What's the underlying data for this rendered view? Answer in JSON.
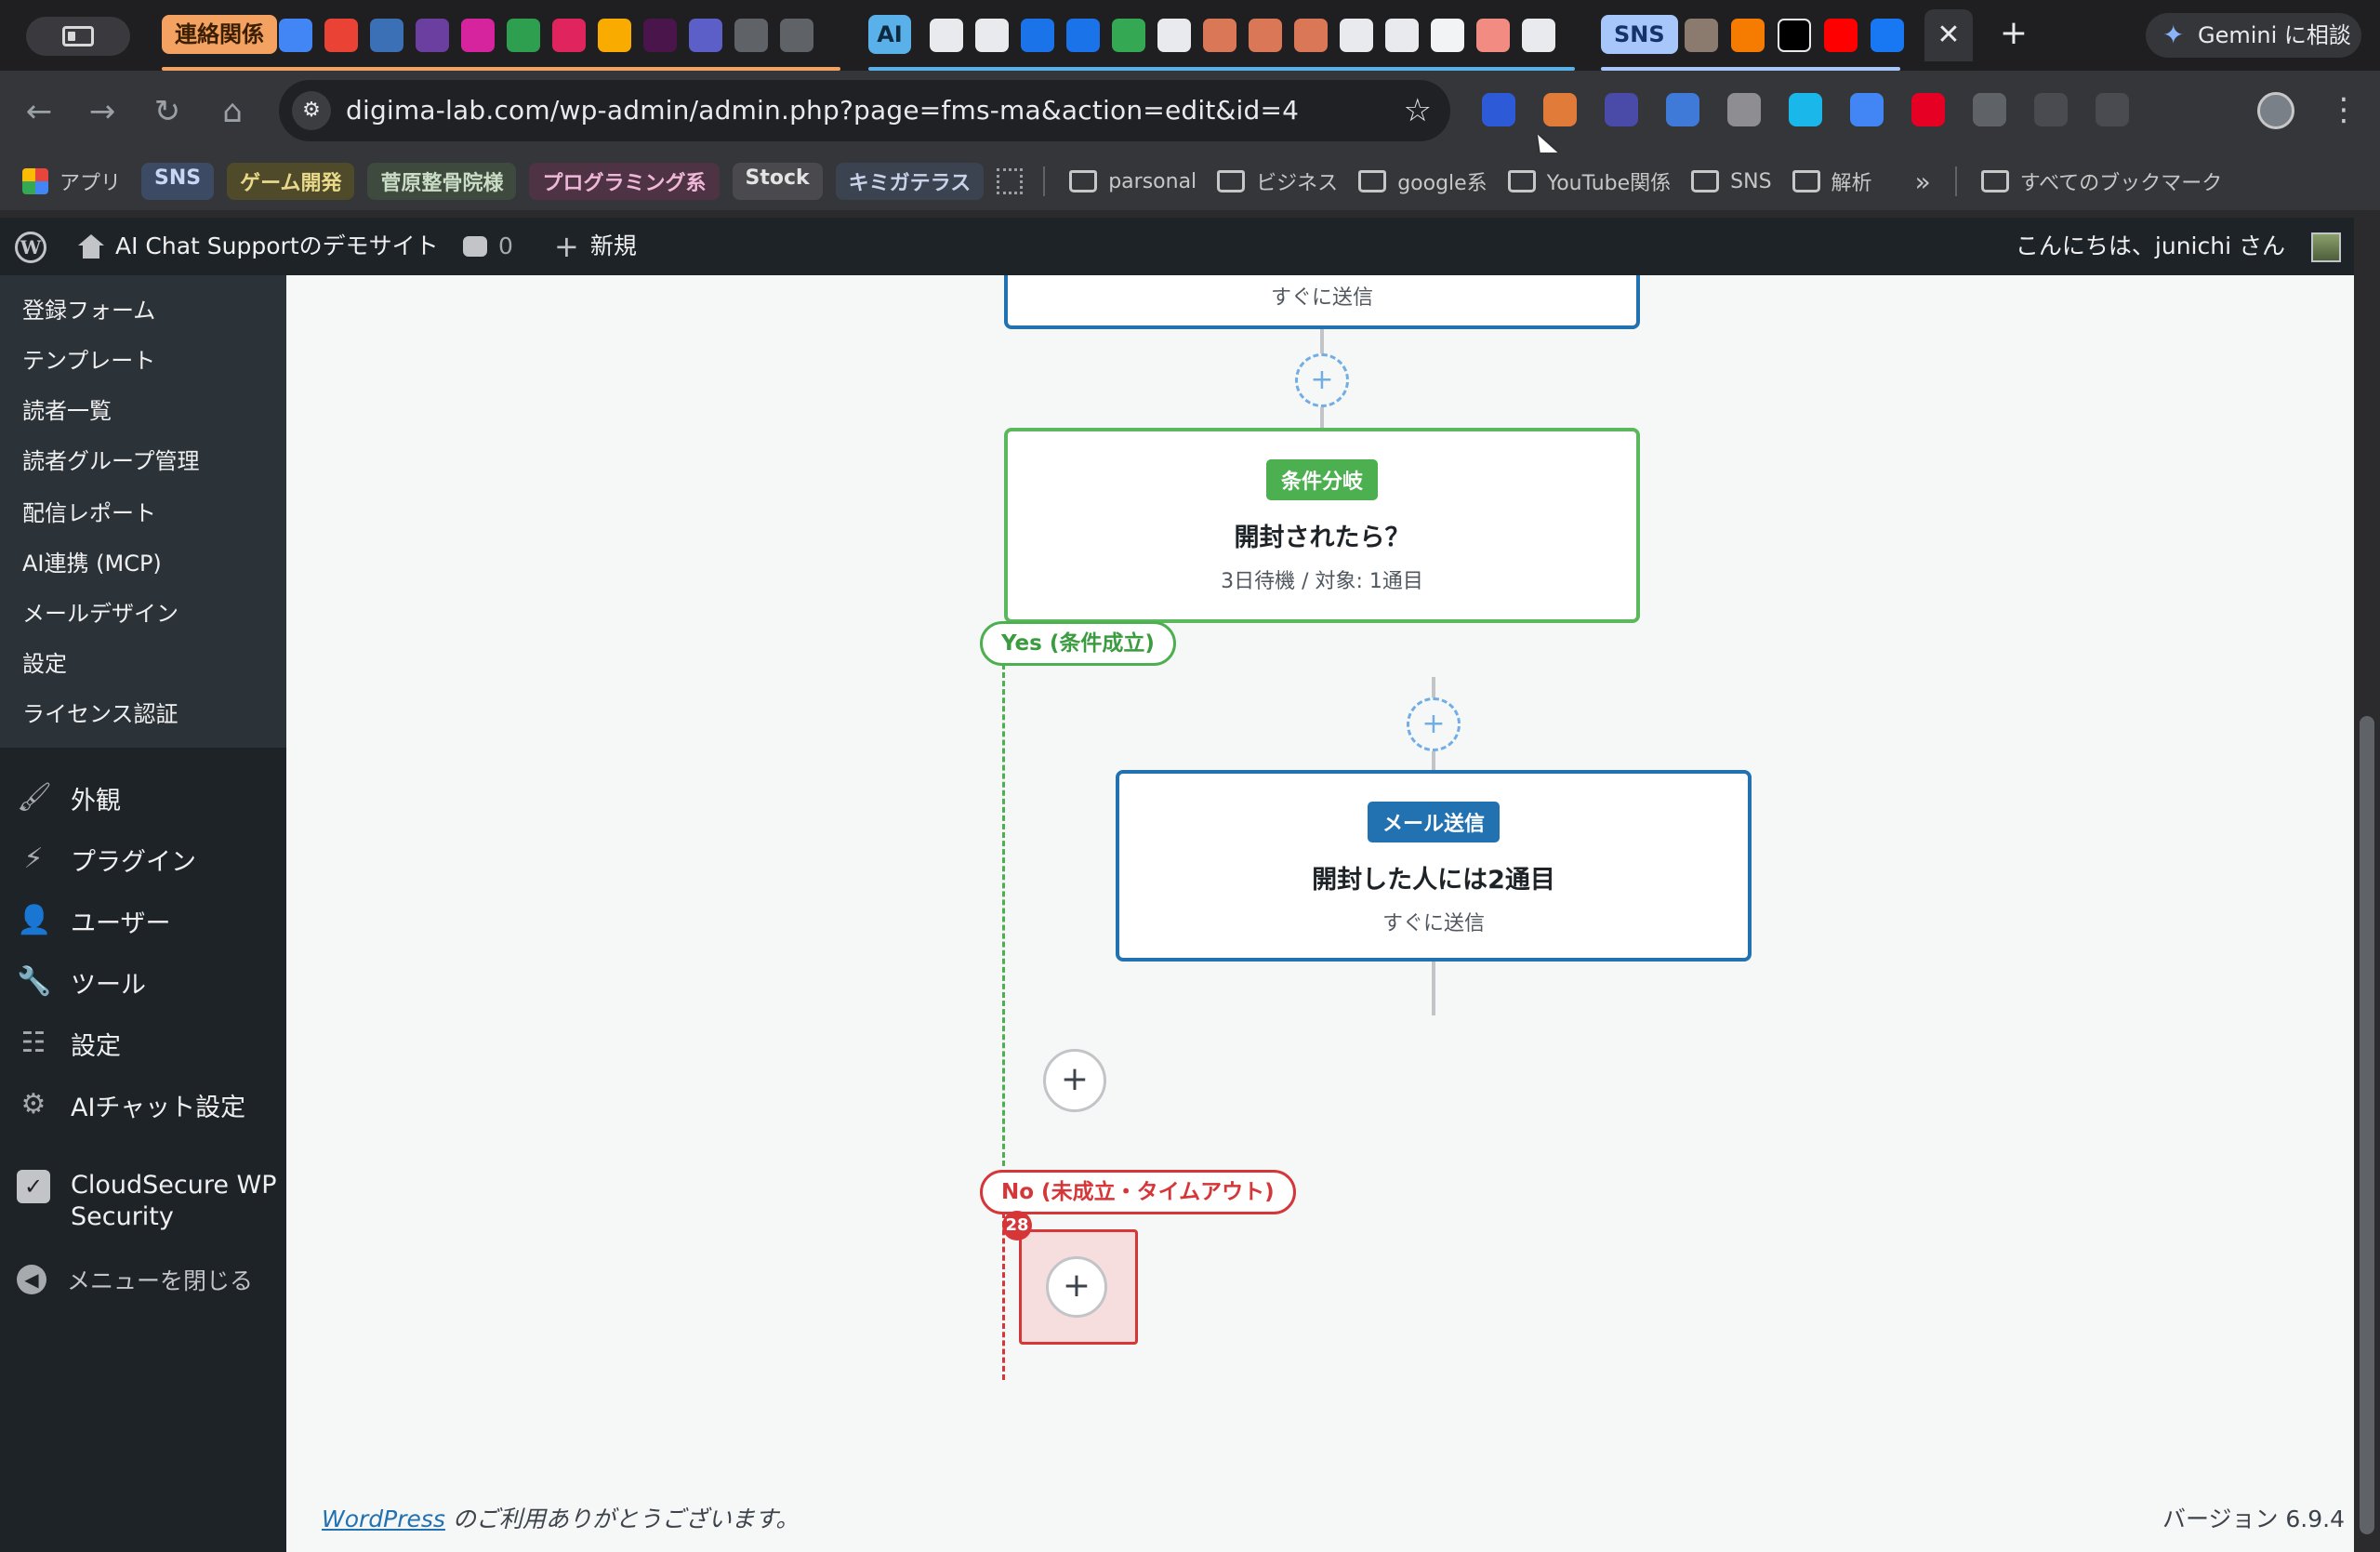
{
  "browser": {
    "tab_group_orange": "連絡関係",
    "tab_group_sns": "SNS",
    "ai_tab": "AI",
    "close_glyph": "✕",
    "new_tab_glyph": "+",
    "gemini_label": "Gemini に相談",
    "url": "digima-lab.com/wp-admin/admin.php?page=fms-ma&action=edit&id=4"
  },
  "bookmarks": {
    "apps": "アプリ",
    "chips": [
      {
        "label": "SNS",
        "bg": "#3c4a63",
        "fg": "#c7d7f5"
      },
      {
        "label": "ゲーム開発",
        "bg": "#4f4a2a",
        "fg": "#e8d98a"
      },
      {
        "label": "菅原整骨院様",
        "bg": "#3d4a3d",
        "fg": "#c9dcc5"
      },
      {
        "label": "プログラミング系",
        "bg": "#4e3345",
        "fg": "#f0b8d8"
      },
      {
        "label": "Stock",
        "bg": "#4a4a4e",
        "fg": "#e3e3e3"
      },
      {
        "label": "キミガテラス",
        "bg": "#3b4250",
        "fg": "#c8d3e8"
      }
    ],
    "folders": [
      "parsonal",
      "ビジネス",
      "google系",
      "YouTube関係",
      "SNS",
      "解析"
    ],
    "overflow": "»",
    "all_bookmarks": "すべてのブックマーク"
  },
  "adminbar": {
    "site_name": "AI Chat Supportのデモサイト",
    "comments": "0",
    "new_label": "新規",
    "greeting": "こんにちは、junichi さん"
  },
  "sidebar": {
    "submenu": [
      "登録フォーム",
      "テンプレート",
      "読者一覧",
      "読者グループ管理",
      "配信レポート",
      "AI連携 (MCP)",
      "メールデザイン",
      "設定",
      "ライセンス認証"
    ],
    "menu": {
      "appearance": "外観",
      "plugins": "プラグイン",
      "users": "ユーザー",
      "tools": "ツール",
      "settings": "設定",
      "ai_chat": "AIチャット設定",
      "cloudsecure": "CloudSecure WP Security",
      "collapse": "メニューを閉じる"
    }
  },
  "flow": {
    "top_card_sub": "すぐに送信",
    "condition": {
      "badge": "条件分岐",
      "title": "開封されたら？",
      "sub": "3日待機 / 対象: 1通目"
    },
    "yes_label": "Yes (条件成立)",
    "mail": {
      "badge": "メール送信",
      "title": "開封した人には2通目",
      "sub": "すぐに送信"
    },
    "no_label": "No (未成立・タイムアウト)",
    "drop_count": "28",
    "add_glyph": "+"
  },
  "footer": {
    "wordpress_link": "WordPress",
    "thanks": " のご利用ありがとうございます。",
    "version": "バージョン 6.9.4"
  },
  "colors": {
    "wp_blue": "#2271b1",
    "green": "#4caf50",
    "red": "#d63638",
    "admin_dark": "#1d2327"
  }
}
